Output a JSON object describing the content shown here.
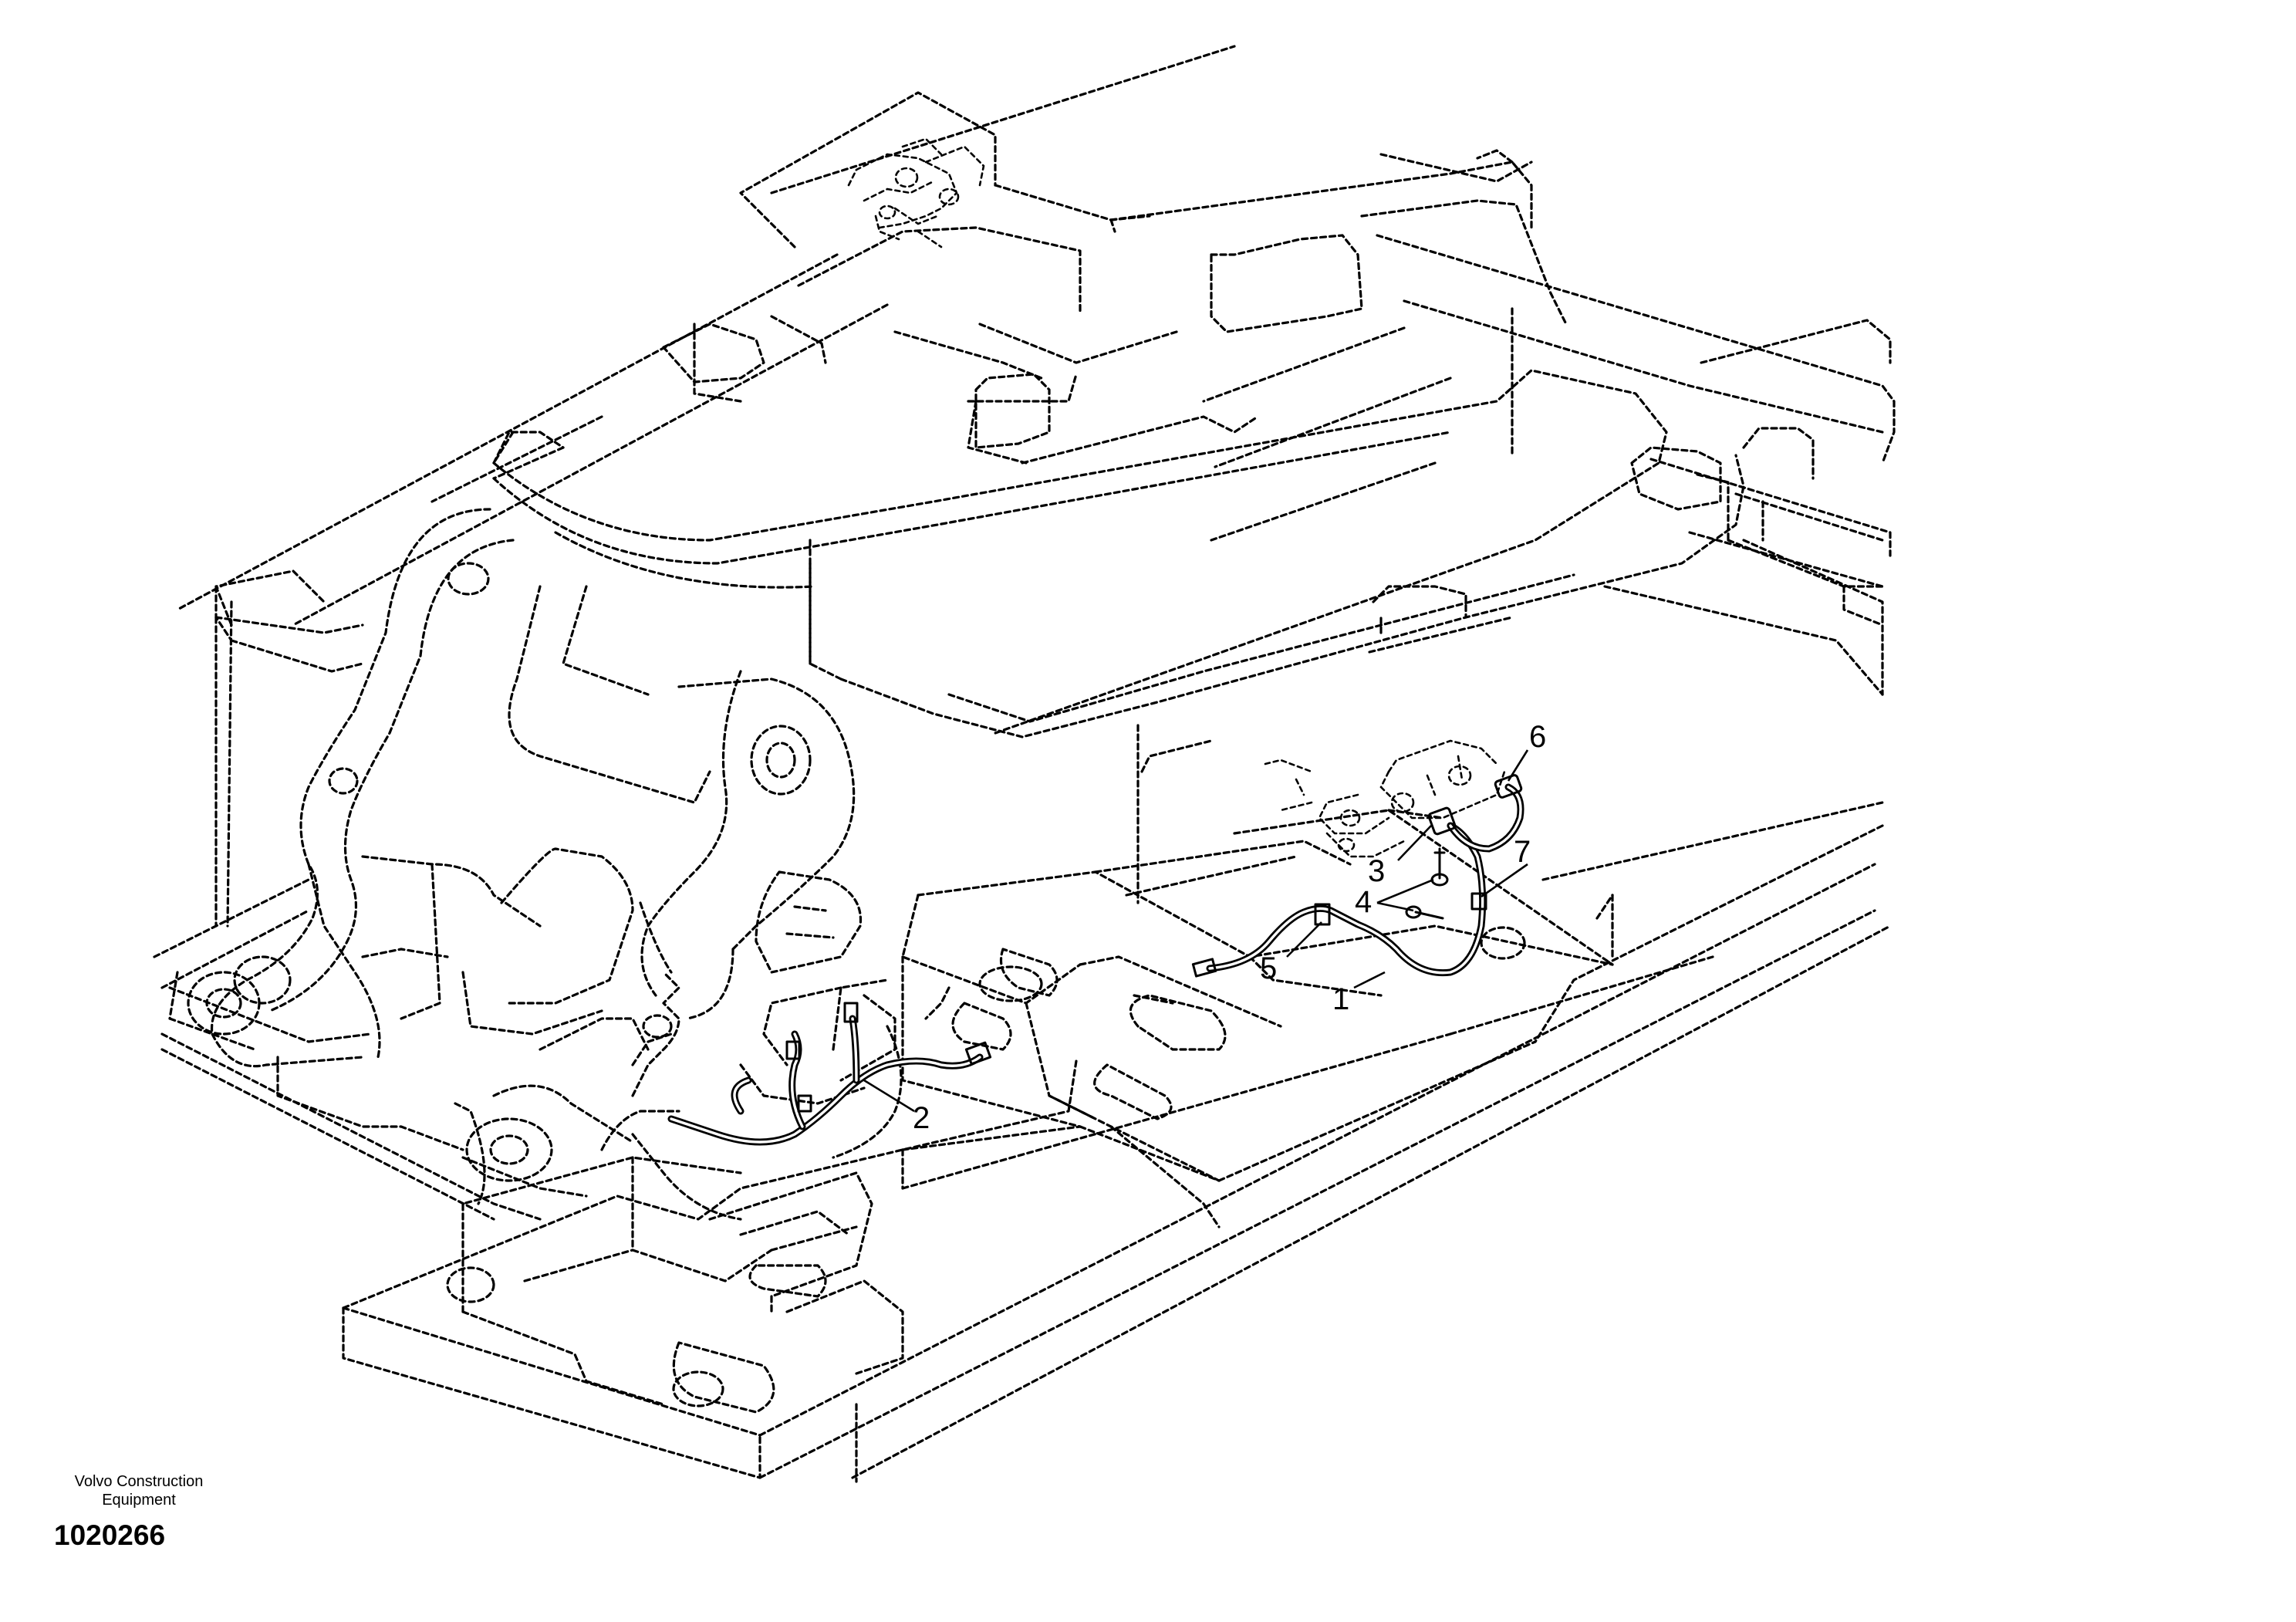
{
  "callouts": [
    {
      "id": "1",
      "label": "1"
    },
    {
      "id": "2",
      "label": "2"
    },
    {
      "id": "3",
      "label": "3"
    },
    {
      "id": "4",
      "label": "4"
    },
    {
      "id": "5",
      "label": "5"
    },
    {
      "id": "6",
      "label": "6"
    },
    {
      "id": "7",
      "label": "7"
    }
  ],
  "caption": {
    "company_line1": "Volvo Construction",
    "company_line2": "Equipment",
    "figure_number": "1020266"
  }
}
